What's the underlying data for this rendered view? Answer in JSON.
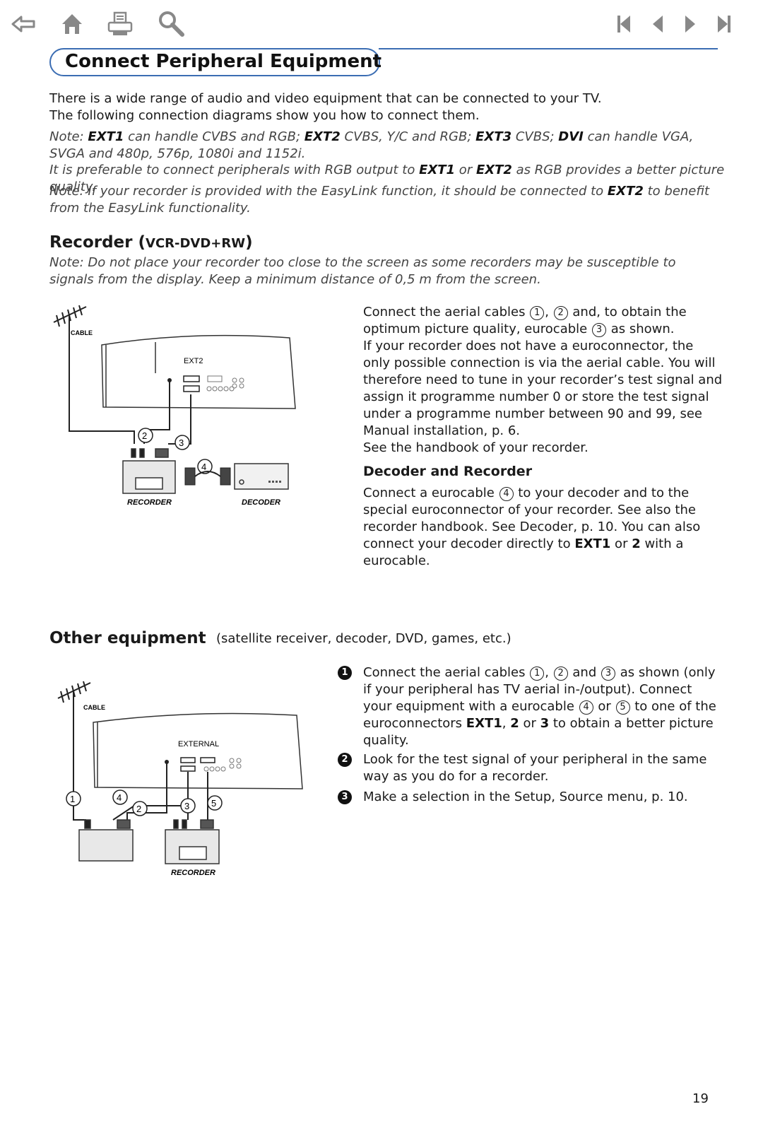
{
  "nav": {
    "icons": [
      "back-arrow-icon",
      "home-icon",
      "print-icon",
      "search-icon",
      "first-page-icon",
      "previous-page-icon",
      "next-page-icon",
      "last-page-icon"
    ]
  },
  "title": "Connect Peripheral Equipment",
  "intro": {
    "line1": "There is a wide range of audio and video equipment that can be connected to your TV.",
    "line2": "The following connection diagrams show you how to connect them."
  },
  "note1": {
    "p1": "Note: ",
    "ext1": "EXT1",
    "p2": " can handle CVBS and RGB; ",
    "ext2": "EXT2",
    "p3": " CVBS,  Y/C and RGB; ",
    "ext3": "EXT3",
    "p4": " CVBS; ",
    "dvi": "DVI",
    "p5": " can handle VGA, SVGA and 480p, 576p, 1080i and 1152i."
  },
  "note2": {
    "p1": "It is preferable to connect peripherals with RGB output to ",
    "ext1": "EXT1",
    "p2": " or ",
    "ext2": "EXT2",
    "p3": " as RGB provides a better picture quality."
  },
  "note3": {
    "p1": "Note: If your recorder is provided with the EasyLink function, it should be connected to ",
    "ext2": "EXT2",
    "p2": " to benefit from the EasyLink functionality."
  },
  "recorder": {
    "heading": "Recorder (",
    "heading_sc": "VCR-DVD+RW",
    "heading_end": ")",
    "note": "Note: Do not place your recorder too close to the screen as some recorders may be susceptible to signals from the display. Keep a minimum distance of 0,5 m from the screen.",
    "text_a": "Connect the aerial cables ",
    "text_b": " and, to obtain the optimum picture quality, eurocable ",
    "text_c": " as shown.",
    "text_d": "If your recorder does not have a euroconnector, the only possible connection is via the aerial cable. You will therefore need to tune in your recorder’s test signal and assign it programme number 0 or store the test signal under a programme number between 90 and 99, see Manual installation, p. 6.",
    "text_e": "See the handbook of your recorder.",
    "diagram": {
      "cable": "CABLE",
      "ext": "EXT2",
      "recorder": "RECORDER",
      "decoder": "DECODER"
    }
  },
  "decoder": {
    "heading": "Decoder and Recorder",
    "text_a": "Connect a eurocable ",
    "text_b": " to your decoder and to the special euroconnector of your recorder. See also the recorder handbook. See Decoder, p. 10.  You can also connect your decoder directly to ",
    "ext1": "EXT1",
    "or": " or ",
    "two": "2",
    "text_c": " with a eurocable."
  },
  "other": {
    "heading": "Other equipment",
    "sub": "(satellite receiver, decoder, DVD, games, etc.)",
    "step1_a": "Connect the aerial cables ",
    "step1_b": " and ",
    "step1_c": " as shown (only if your peripheral has TV aerial in-/output). Connect your equipment with a eurocable ",
    "step1_d": " or ",
    "step1_e": " to one of the euroconnectors ",
    "ext1": "EXT1",
    "comma": ", ",
    "two": "2",
    "or": " or ",
    "three": "3",
    "step1_f": " to obtain a better picture quality.",
    "step2": "Look for the test signal of your peripheral in the same way as you do for a recorder.",
    "step3": "Make a selection in the Setup, Source menu, p. 10.",
    "diagram": {
      "cable": "CABLE",
      "external": "EXTERNAL",
      "recorder": "RECORDER"
    }
  },
  "circled": [
    "1",
    "2",
    "3",
    "4",
    "5"
  ],
  "page_number": "19"
}
